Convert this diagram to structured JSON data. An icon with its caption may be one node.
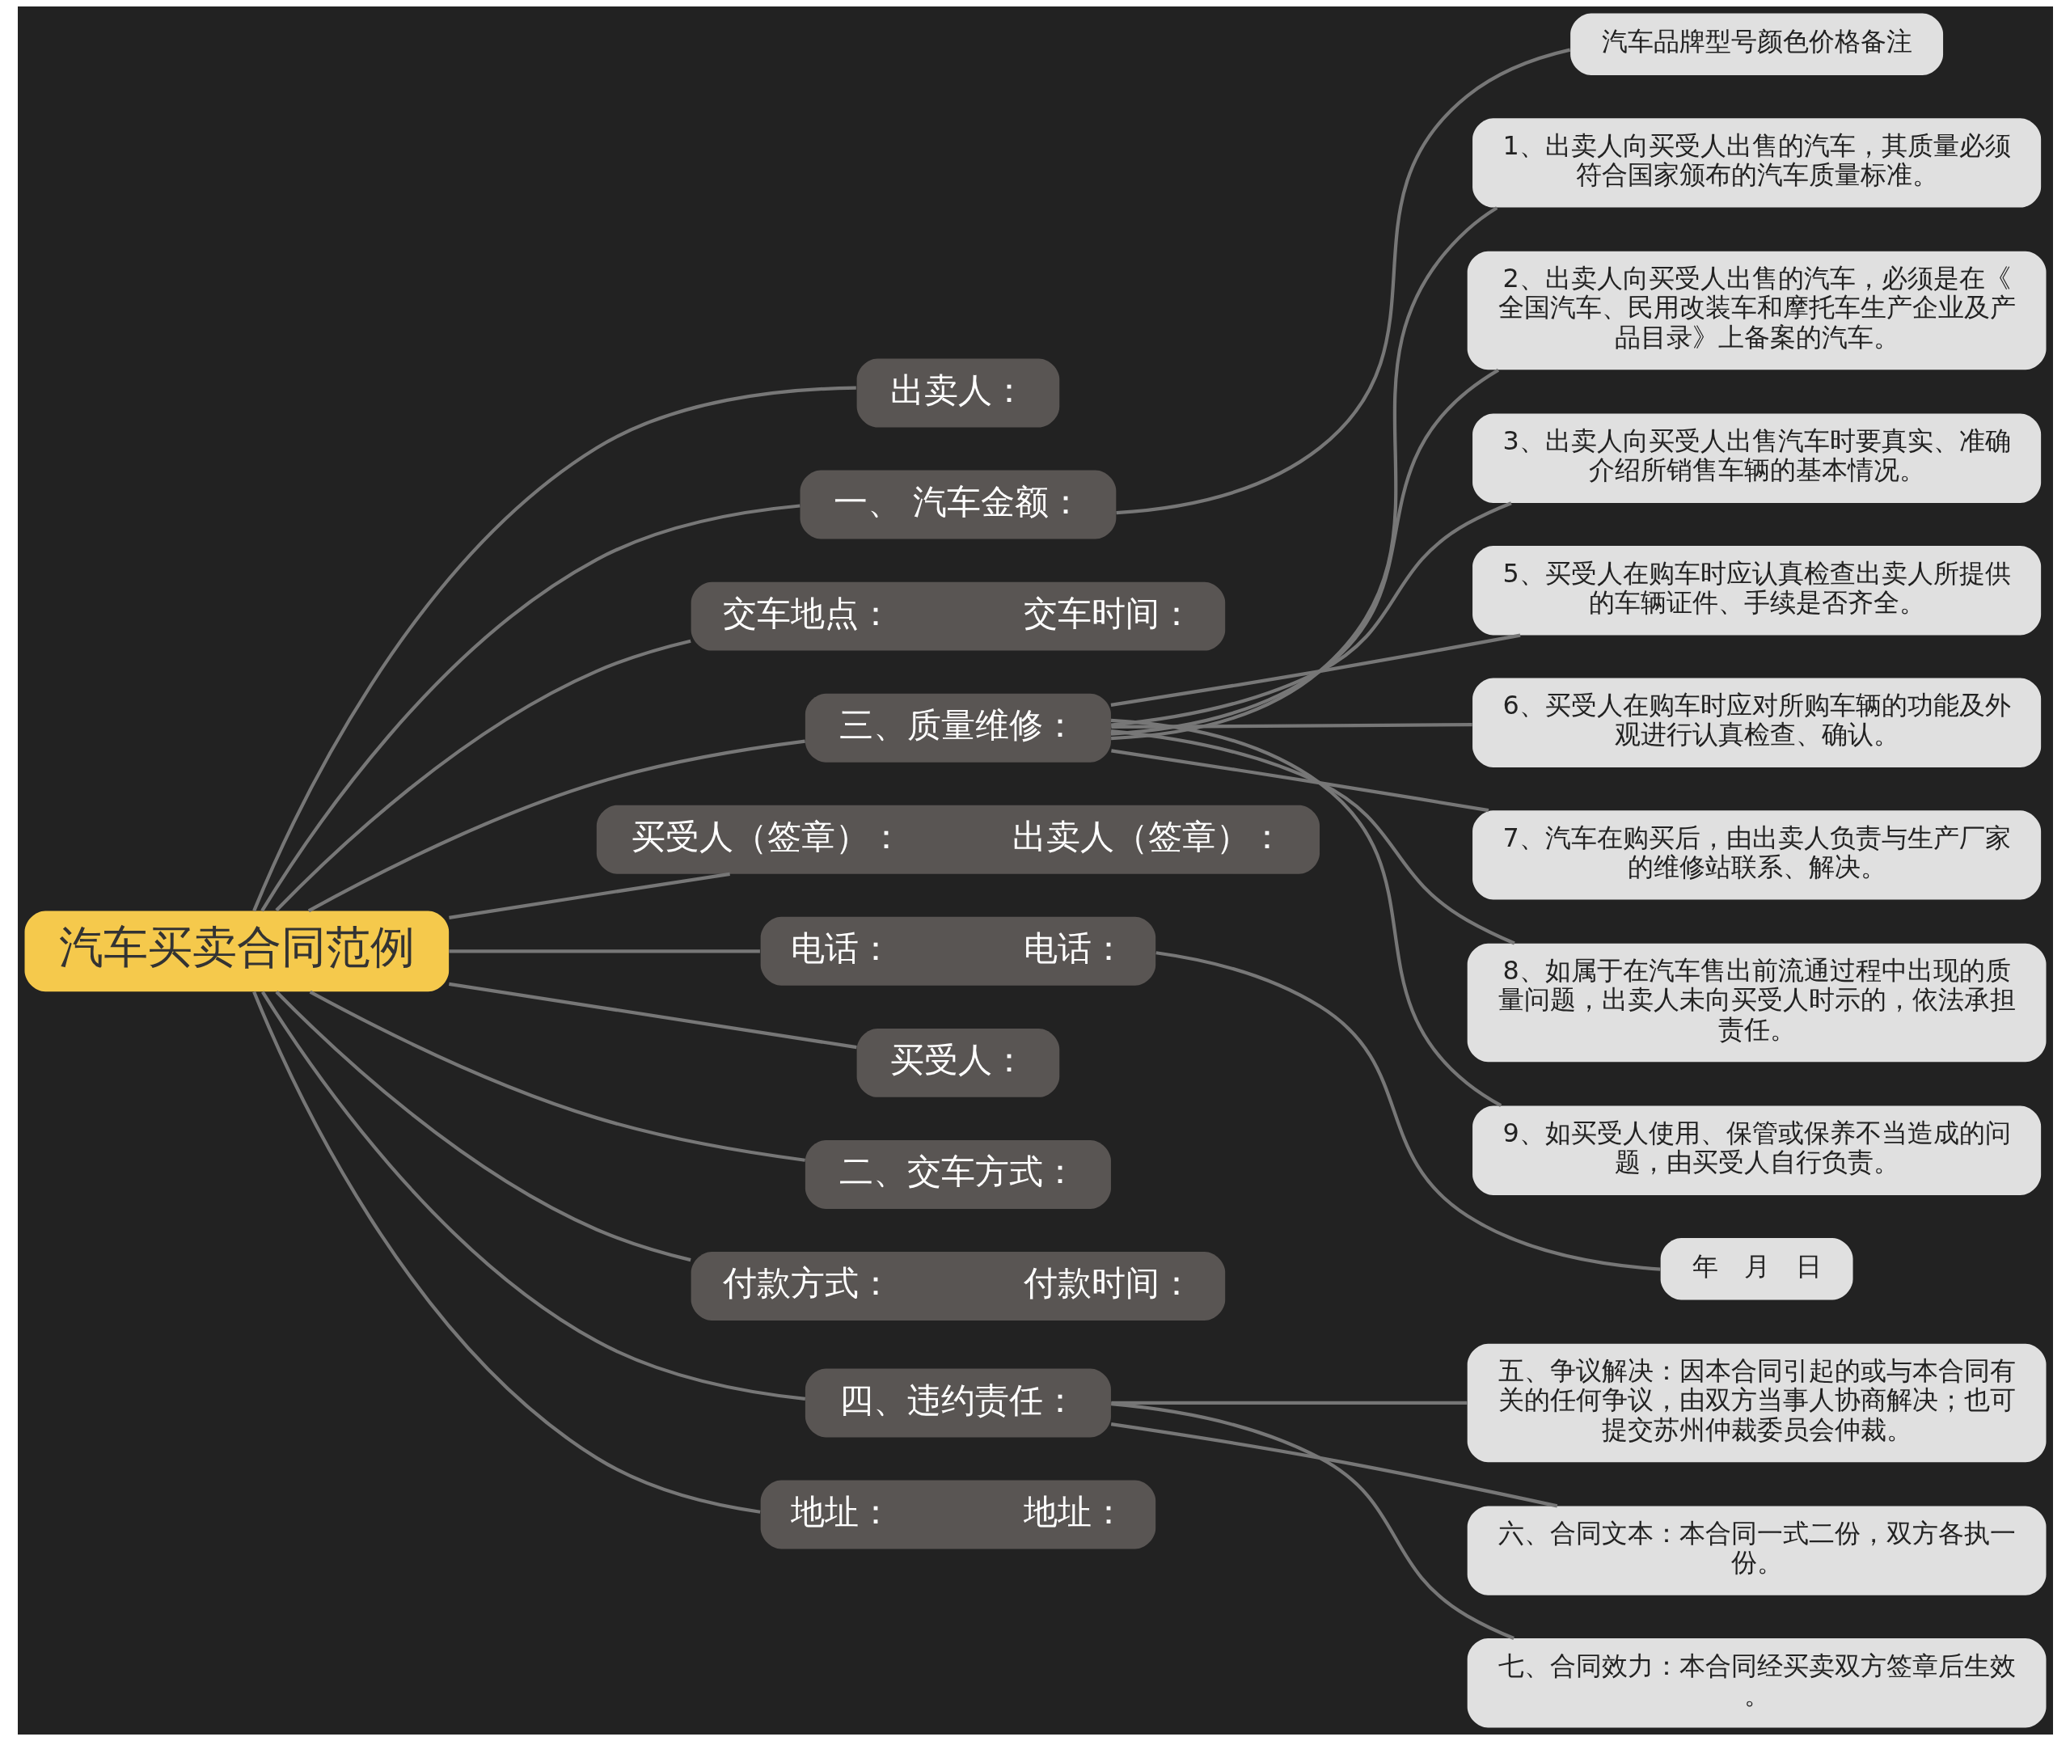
{
  "diagram": {
    "nodes": [
      {
        "text": [
          "汽车买卖合同范例"
        ]
      },
      {
        "text": [
          "出卖人："
        ]
      },
      {
        "text": [
          "一、 汽车金额："
        ]
      },
      {
        "text": [
          "汽车品牌型号颜色价格备注"
        ]
      },
      {
        "text": [
          "交车地点：            交车时间："
        ]
      },
      {
        "text": [
          "三、质量维修："
        ]
      },
      {
        "text": [
          "1、出卖人向买受人出售的汽车，其质量必须符合国家颁布的汽车质量标准。"
        ]
      },
      {
        "text": [
          "2、出卖人向买受人出售的汽车，必须是在《全国汽车、民用改装车和摩托车生产企业及产品目录》上备案的汽车。"
        ]
      },
      {
        "text": [
          "3、出卖人向买受人出售汽车时要真实、准确介绍所销售车辆的基本情况。"
        ]
      },
      {
        "text": [
          "5、买受人在购车时应认真检查出卖人所提供的车辆证件、手续是否齐全。"
        ]
      },
      {
        "text": [
          "6、买受人在购车时应对所购车辆的功能及外观进行认真检查、确认。"
        ]
      },
      {
        "text": [
          "7、汽车在购买后，由出卖人负责与生产厂家的维修站联系、解决。"
        ]
      },
      {
        "text": [
          "8、如属于在汽车售出前流通过程中出现的质量问题，出卖人未向买受人时示的，依法承担责任。"
        ]
      },
      {
        "text": [
          "9、如买受人使用、保管或保养不当造成的问题，由买受人自行负责。"
        ]
      },
      {
        "text": [
          "买受人（签章）：          出卖人（签章）："
        ]
      },
      {
        "text": [
          "电话：            电话："
        ]
      },
      {
        "text": [
          "年　月　日"
        ]
      },
      {
        "text": [
          "买受人："
        ]
      },
      {
        "text": [
          "二、交车方式："
        ]
      },
      {
        "text": [
          "付款方式：            付款时间："
        ]
      },
      {
        "text": [
          "四、违约责任："
        ]
      },
      {
        "text": [
          "五、争议解决：因本合同引起的或与本合同有关的任何争议，由双方当事人协商解决；也可提交苏州仲裁委员会仲裁。"
        ]
      },
      {
        "text": [
          "六、合同文本：本合同一式二份，双方各执一份。"
        ]
      },
      {
        "text": [
          "七、合同效力：本合同经买卖双方签章后生效。"
        ]
      },
      {
        "text": [
          "地址：            地址："
        ]
      }
    ],
    "edges": [
      {
        "from": 0,
        "to": 1,
        "arrow": "none"
      },
      {
        "from": 0,
        "to": 2,
        "arrow": "none"
      },
      {
        "from": 2,
        "to": 3,
        "arrow": "none"
      },
      {
        "from": 0,
        "to": 4,
        "arrow": "none"
      },
      {
        "from": 0,
        "to": 5,
        "arrow": "none"
      },
      {
        "from": 5,
        "to": 6,
        "arrow": "none"
      },
      {
        "from": 5,
        "to": 7,
        "arrow": "none"
      },
      {
        "from": 5,
        "to": 8,
        "arrow": "none"
      },
      {
        "from": 5,
        "to": 9,
        "arrow": "none"
      },
      {
        "from": 5,
        "to": 10,
        "arrow": "none"
      },
      {
        "from": 5,
        "to": 11,
        "arrow": "none"
      },
      {
        "from": 5,
        "to": 12,
        "arrow": "none"
      },
      {
        "from": 5,
        "to": 13,
        "arrow": "none"
      },
      {
        "from": 0,
        "to": 14,
        "arrow": "none"
      },
      {
        "from": 0,
        "to": 15,
        "arrow": "none"
      },
      {
        "from": 15,
        "to": 16,
        "arrow": "none"
      },
      {
        "from": 0,
        "to": 17,
        "arrow": "none"
      },
      {
        "from": 0,
        "to": 18,
        "arrow": "none"
      },
      {
        "from": 0,
        "to": 19,
        "arrow": "none"
      },
      {
        "from": 0,
        "to": 20,
        "arrow": "none"
      },
      {
        "from": 20,
        "to": 21,
        "arrow": "none"
      },
      {
        "from": 20,
        "to": 22,
        "arrow": "none"
      },
      {
        "from": 20,
        "to": 23,
        "arrow": "none"
      },
      {
        "from": 0,
        "to": 24,
        "arrow": "none"
      }
    ]
  }
}
